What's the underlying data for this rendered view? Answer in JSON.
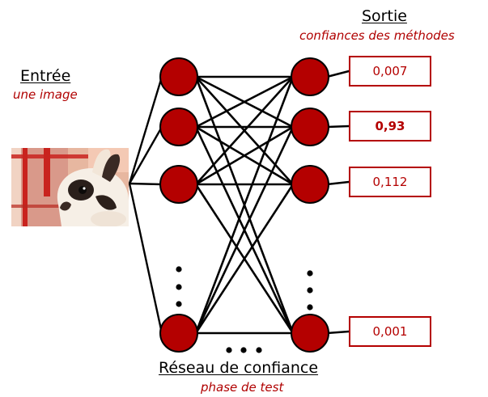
{
  "input": {
    "title": "Entrée",
    "subtitle": "une image",
    "image_icon": "rabbit-photo"
  },
  "output": {
    "title": "Sortie",
    "subtitle": "confiances des méthodes",
    "values": [
      "0,007",
      "0,93",
      "0,112",
      "0,001"
    ],
    "highlighted_index": 1
  },
  "network": {
    "title": "Réseau de confiance",
    "subtitle": "phase de test",
    "ellipsis_icon": "dots"
  },
  "colors": {
    "node": "#b40000",
    "box_border": "#b40000",
    "subtitle": "#b00000",
    "edge": "#000000"
  }
}
